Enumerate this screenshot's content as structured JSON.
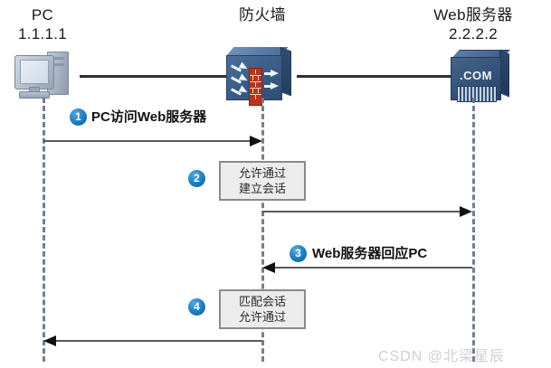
{
  "diagram": {
    "title_note": "Firewall session establishment flow",
    "devices": [
      {
        "key": "pc",
        "name": "PC",
        "address": "1.1.1.1",
        "icon": "desktop-computer-icon"
      },
      {
        "key": "firewall",
        "name": "防火墙",
        "address": "",
        "icon": "firewall-icon"
      },
      {
        "key": "server",
        "name": "Web服务器",
        "address": "2.2.2.2",
        "icon": "web-server-icon",
        "badge_text": ".COM"
      }
    ],
    "steps": [
      {
        "number": "1",
        "label": "PC访问Web服务器",
        "direction": "right"
      },
      {
        "number": "2",
        "label": "",
        "box_lines": [
          "允许通过",
          "建立会话"
        ],
        "direction": "right"
      },
      {
        "number": "3",
        "label": "Web服务器回应PC",
        "direction": "left"
      },
      {
        "number": "4",
        "label": "",
        "box_lines": [
          "匹配会话",
          "允许通过"
        ],
        "direction": "left"
      }
    ],
    "watermark": "CSDN @北梁星辰",
    "colors": {
      "badge_blue": "#1a7cc0",
      "firewall_body": "#3b5e87",
      "firewall_brick": "#b5361f",
      "server_body": "#35527a",
      "arrow": "#111111",
      "lifeline": "#6b7a8c",
      "box_fill": "#ececec",
      "box_border": "#8a8a8a",
      "watermark": "#cfcfcf"
    }
  }
}
